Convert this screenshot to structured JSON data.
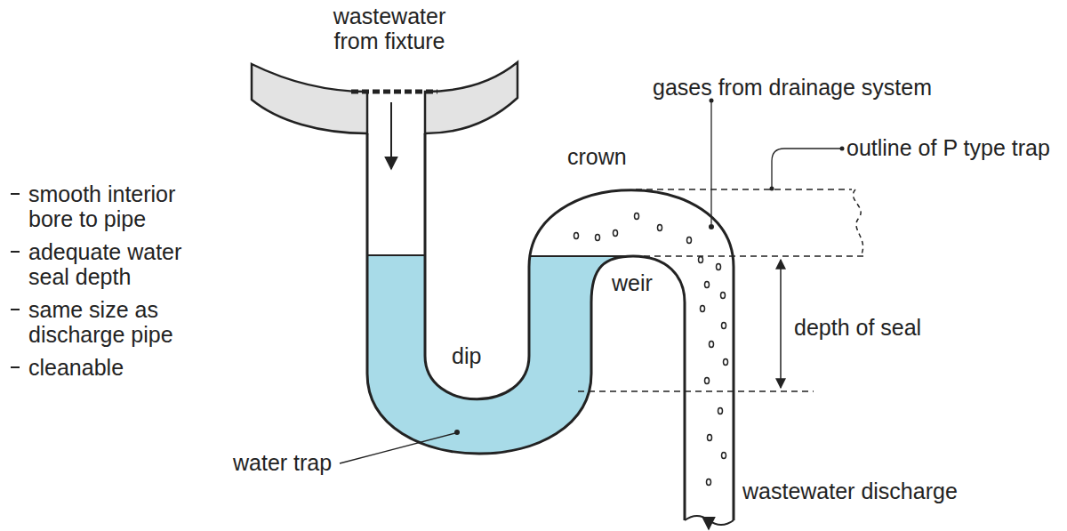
{
  "diagram": {
    "labels": [
      "wastewater from fixture",
      "gases from drainage system",
      "crown",
      "outline of P type trap",
      "smooth interior bore to pipe",
      "adequate water seal depth",
      "same size as discharge pipe",
      "cleanable",
      "weir",
      "depth of seal",
      "dip",
      "water trap",
      "wastewater discharge"
    ]
  }
}
